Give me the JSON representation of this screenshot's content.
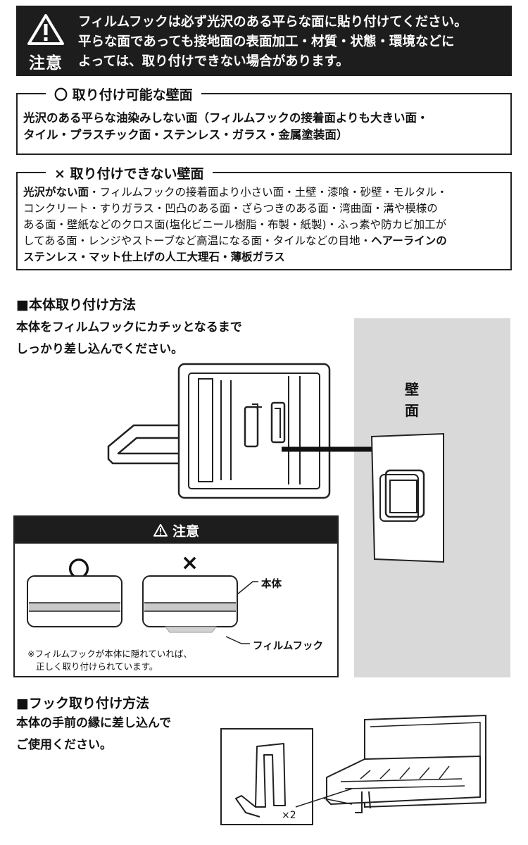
{
  "warning": {
    "label": "注意",
    "lines": [
      "フィルムフックは必ず光沢のある平らな面に貼り付けてください。",
      "平らな面であっても接地面の表面加工・材質・状態・環境などに",
      "よっては、取り付けできない場合があります。"
    ]
  },
  "possible": {
    "title": "〇 取り付け可能な壁面",
    "lines": [
      "光沢のある平らな油染みしない面（フィルムフックの接着面よりも大きい面・",
      "タイル・プラスチック面・ステンレス・ガラス・金属塗装面）"
    ]
  },
  "impossible": {
    "title": "× 取り付けできない壁面",
    "lines": [
      {
        "bold": "光沢がない面",
        "text": "・フィルムフックの接着面より小さい面・土壁・漆喰・砂壁・モルタル・"
      },
      {
        "bold": "",
        "text": "コンクリート・すりガラス・凹凸のある面・ざらつきのある面・湾曲面・溝や模様の"
      },
      {
        "bold": "",
        "text": "ある面・壁紙などのクロス面(塩化ビニール樹脂・布製・紙製)・ふっ素や防カビ加工が"
      },
      {
        "bold": "",
        "text": "してある面・レンジやストーブなど高温になる面・タイルなどの目地・",
        "bold_tail": "ヘアーラインの"
      },
      {
        "bold": "ステンレス・マット仕上げの人工大理石・薄板ガラス",
        "text": ""
      }
    ]
  },
  "mount_section": {
    "heading": "■本体取り付け方法",
    "text_lines": [
      "本体をフィルムフックにカチッとなるまで",
      "しっかり差し込んでください。"
    ],
    "wall_label": "壁面"
  },
  "caution_box": {
    "title": "注意",
    "ok": "〇",
    "ng": "×",
    "label_body": "本体",
    "label_hook": "フィルムフック",
    "note_lines": [
      "※フィルムフックが本体に隠れていれば、",
      "正しく取り付けられています。"
    ]
  },
  "hook_section": {
    "heading": "■フック取り付け方法",
    "text_lines": [
      "本体の手前の縁に差し込んで",
      "ご使用ください。"
    ],
    "count": "×2"
  }
}
